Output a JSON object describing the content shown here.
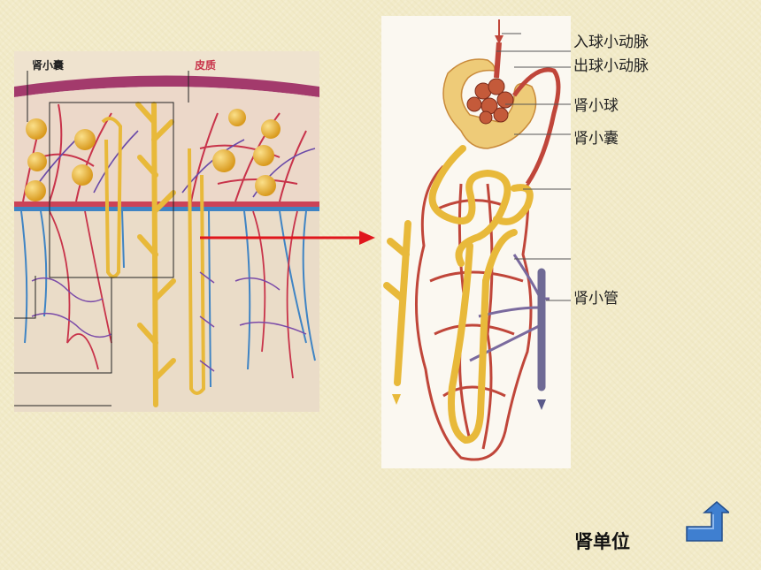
{
  "left_panel": {
    "labels": {
      "capsule": "肾小囊",
      "cortex": "皮质"
    }
  },
  "right_panel": {
    "labels": {
      "afferent": "入球小动脉",
      "efferent": "出球小动脉",
      "glomerulus": "肾小球",
      "capsule": "肾小囊",
      "tubule": "肾小管"
    }
  },
  "title": "肾单位",
  "colors": {
    "artery": "#c8334a",
    "vein": "#3f84c4",
    "tubule": "#e8b93a",
    "capsule_ball": "#eab73c",
    "arrow": "#e0161c",
    "back_button": "#3f7fd0"
  },
  "icons": {
    "back": "return-arrow-icon"
  }
}
